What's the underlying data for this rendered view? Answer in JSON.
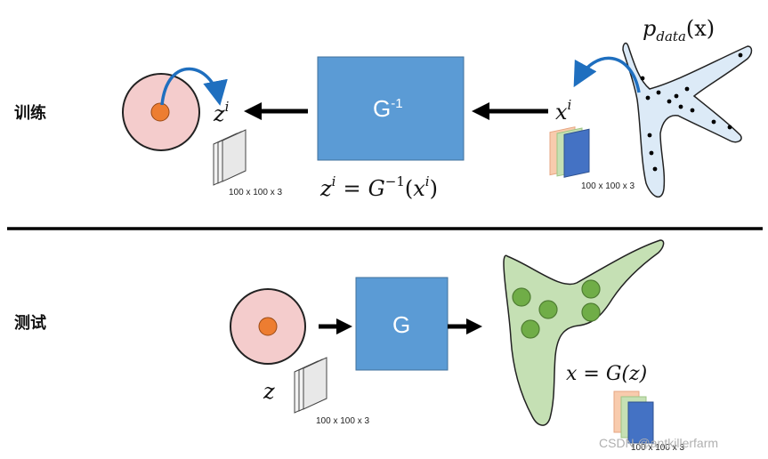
{
  "training": {
    "label": "训练",
    "generator_inv_label": "G",
    "generator_inv_sup": "-1",
    "latent_z": "z",
    "latent_z_sup": "i",
    "sample_x": "x",
    "sample_x_sup": "i",
    "data_dist": "p",
    "data_dist_sub": "data",
    "data_dist_arg": "(x)",
    "equation": {
      "lhs": "z",
      "lhs_sup": "i",
      "eq": "=",
      "g": "G",
      "g_sup": "−1",
      "open": "(",
      "x": "x",
      "x_sup": "i",
      "close": ")"
    },
    "latent_dim": "100 x 100 x 3",
    "image_dim": "100 x 100 x 3"
  },
  "testing": {
    "label": "测试",
    "generator_label": "G",
    "latent_z": "z",
    "latent_dim": "100 x 100 x 3",
    "equation": "x = G(z)",
    "image_dim": "100 x 100 x 3"
  },
  "watermark": "CSDN @antkillerfarm",
  "colors": {
    "box_blue": "#5B9BD5",
    "circle_pink": "#F4CCCC",
    "dot_orange": "#ED7D31",
    "curve_blue": "#1F6FBF",
    "dist_train": "#DCEAF7",
    "dist_test": "#C5E0B4",
    "blob_green": "#70AD47"
  }
}
